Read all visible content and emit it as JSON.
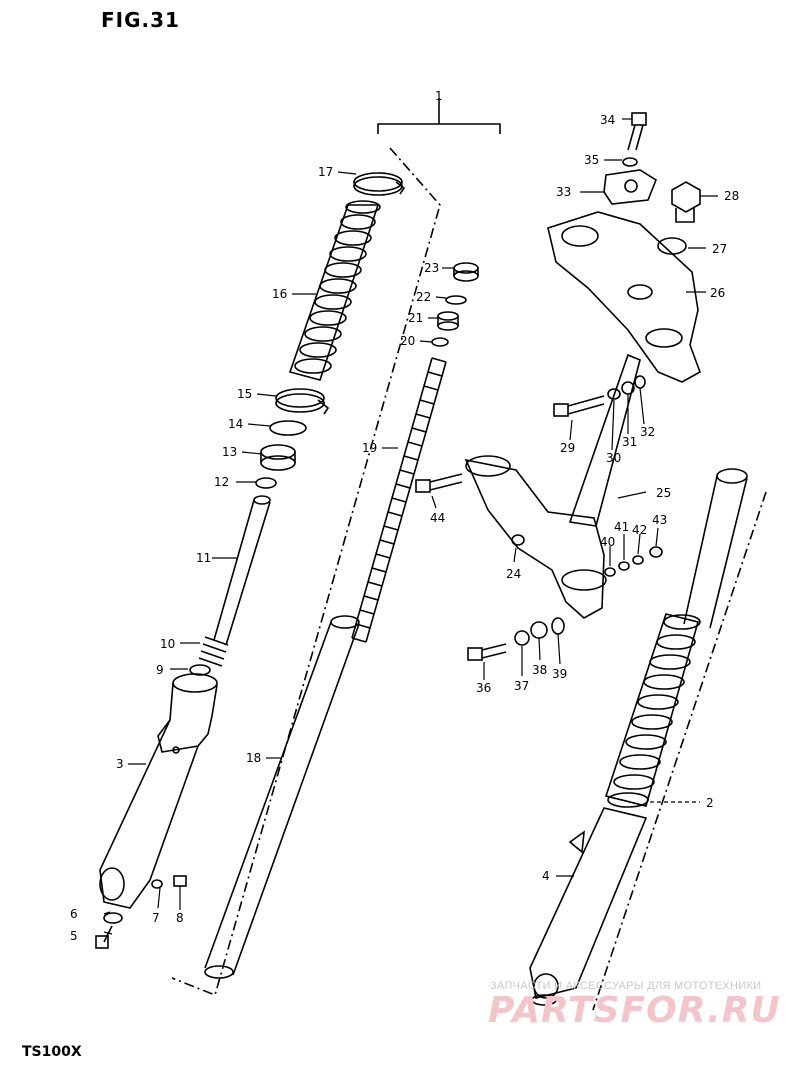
{
  "figure": {
    "title": "FIG.31",
    "model": "TS100X"
  },
  "watermark": {
    "line": "ЗАПЧАСТИ И АКСЕССУАРЫ ДЛЯ МОТОТЕХНИКИ",
    "logo": "PARTSFOR.RU"
  },
  "callouts": {
    "p1": "1",
    "p2": "2",
    "p3": "3",
    "p4": "4",
    "p5": "5",
    "p6": "6",
    "p7": "7",
    "p8": "8",
    "p9": "9",
    "p10": "10",
    "p11": "11",
    "p12": "12",
    "p13": "13",
    "p14": "14",
    "p15": "15",
    "p16": "16",
    "p17": "17",
    "p18": "18",
    "p19": "19",
    "p20": "20",
    "p21": "21",
    "p22": "22",
    "p23": "23",
    "p24": "24",
    "p25": "25",
    "p26": "26",
    "p27": "27",
    "p28": "28",
    "p29": "29",
    "p30": "30",
    "p31": "31",
    "p32": "32",
    "p33": "33",
    "p34": "34",
    "p35": "35",
    "p36": "36",
    "p37": "37",
    "p38": "38",
    "p39": "39",
    "p40": "40",
    "p41": "41",
    "p42": "42",
    "p43": "43",
    "p44": "44"
  }
}
